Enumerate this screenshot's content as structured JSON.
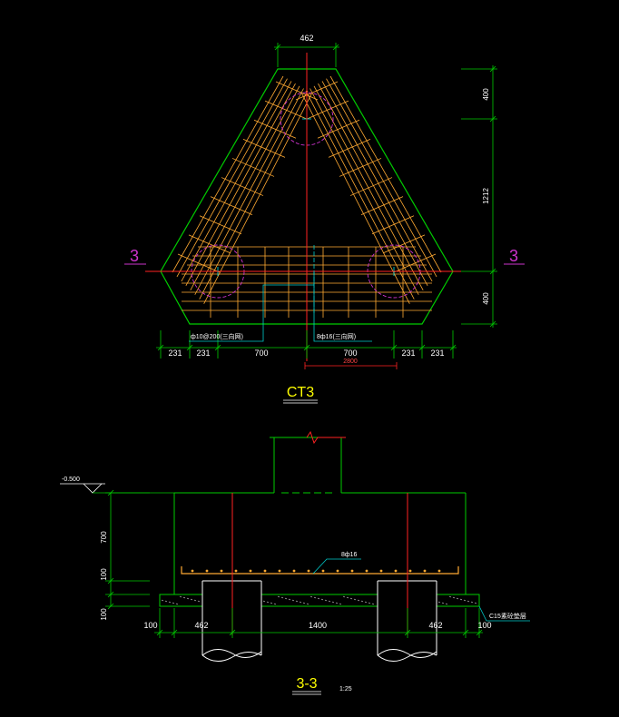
{
  "plan": {
    "title": "CT3",
    "section_mark": "3",
    "dims": {
      "top": "462",
      "right_top": "400",
      "right_mid": "1212",
      "right_bot": "400",
      "bottom": [
        "231",
        "231",
        "700",
        "700",
        "231",
        "231"
      ],
      "overall": "2800"
    },
    "labels": {
      "rebar_a": "ф10@200(三向网)",
      "rebar_b": "8ф16(三向网)"
    }
  },
  "section": {
    "title": "3-3",
    "scale": "1:25",
    "elevation": "-0.500",
    "rebar_label": "8ф16",
    "cushion_label": "C15素砼垫层",
    "dims": {
      "left_top": "700",
      "left_mid": "100",
      "left_bot": "100",
      "bottom": [
        "100",
        "462",
        "1400",
        "462",
        "100"
      ]
    }
  },
  "colors": {
    "outline": "#00cc00",
    "rebar": "#ffaa33",
    "axis": "#ff2222",
    "pile": "#cc33cc",
    "leader": "#00cccc",
    "text": "#ffffff",
    "title": "#ffff00"
  }
}
